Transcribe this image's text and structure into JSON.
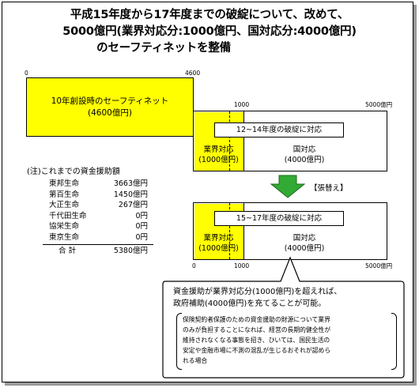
{
  "title": {
    "line1": "平成15年度から17年度までの破綻について、改めて、",
    "line2": "5000億円(業界対応分:1000億円、国対応分:4000億円)",
    "line3": "のセーフティネットを整備"
  },
  "scale_top": {
    "left": "0",
    "right": "4600"
  },
  "initial_net": {
    "line1": "10年創設時のセーフティネット",
    "line2": "(4600億円)"
  },
  "bar1": {
    "tick_mid": "1000",
    "tick_right": "5000億円",
    "header": "12~14年度の破綻に対応",
    "industry_line1": "業界対応",
    "industry_line2": "(1000億円)",
    "national_line1": "国対応",
    "national_line2": "(4000億円)"
  },
  "swap_label": "【張替え】",
  "bar2": {
    "header": "15~17年度の破綻に対応",
    "industry_line1": "業界対応",
    "industry_line2": "(1000億円)",
    "national_line1": "国対応",
    "national_line2": "(4000億円)",
    "tick_left": "0",
    "tick_mid": "1000",
    "tick_right": "5000億円"
  },
  "aid": {
    "heading": "(注)これまでの資金援助額",
    "rows": [
      {
        "name": "東邦生命",
        "amount": "3663億円"
      },
      {
        "name": "第百生命",
        "amount": "1450億円"
      },
      {
        "name": "大正生命",
        "amount": "267億円"
      },
      {
        "name": "千代田生命",
        "amount": "0円"
      },
      {
        "name": "協栄生命",
        "amount": "0円"
      },
      {
        "name": "東京生命",
        "amount": "0円"
      }
    ],
    "total_label": "合  計",
    "total_amount": "5380億円"
  },
  "callout": {
    "line1": "資金援助が業界対応分(1000億円)を超えれば、",
    "line2": "政府補助(4000億円)を充てることが可能。",
    "condition": [
      "保険契約者保護のための資金援助の財源について業界",
      "のみが負担することになれば、経営の長期的健全性が",
      "維持されなくなる事態を招き、ひいては、国民生活の",
      "安定や金融市場に不測の混乱が生じるおそれが認めら",
      "れる場合"
    ]
  },
  "colors": {
    "industry": "#ffff00",
    "arrow": "#33aa33",
    "shadow": "#9a9a9a"
  }
}
